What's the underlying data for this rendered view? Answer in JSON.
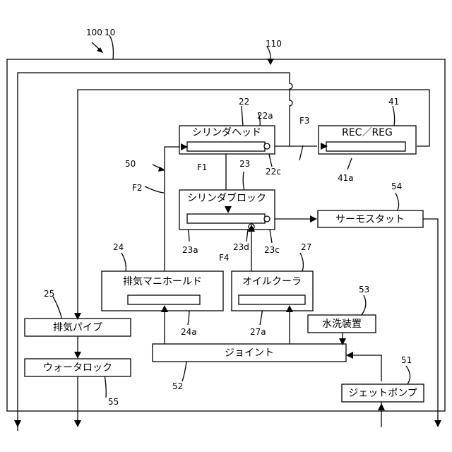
{
  "refs": {
    "r100": "100",
    "r10": "10",
    "r110": "110",
    "r22": "22",
    "r22a": "22a",
    "r22c": "22c",
    "rF3": "F3",
    "r41": "41",
    "r41a": "41a",
    "r50": "50",
    "rF1": "F1",
    "r23": "23",
    "rF2": "F2",
    "r54": "54",
    "r24": "24",
    "r23a": "23a",
    "r23d": "23d",
    "r23c": "23c",
    "r27": "27",
    "rF4": "F4",
    "r25": "25",
    "r53": "53",
    "r24a": "24a",
    "r27a": "27a",
    "r51": "51",
    "r52": "52",
    "r55": "55"
  },
  "labels": {
    "cylinder_head": "シリンダヘッド",
    "rec_reg": "REC／REG",
    "cylinder_block": "シリンダブロック",
    "thermostat": "サーモスタット",
    "exhaust_manifold": "排気マニホールド",
    "oil_cooler": "オイルクーラ",
    "exhaust_pipe": "排気パイプ",
    "water_flush": "水洗装置",
    "joint": "ジョイント",
    "water_lock": "ウォータロック",
    "jet_pump": "ジェットポンプ"
  }
}
